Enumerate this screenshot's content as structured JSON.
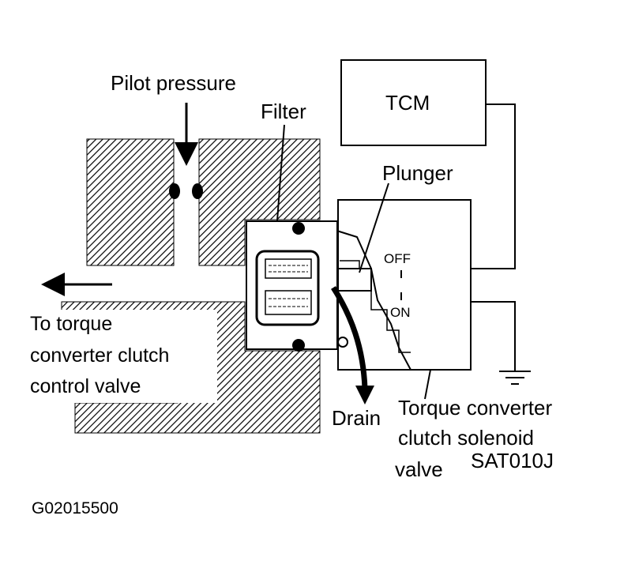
{
  "labels": {
    "pilot_pressure": "Pilot pressure",
    "filter": "Filter",
    "tcm": "TCM",
    "plunger": "Plunger",
    "off": "OFF",
    "on": "ON",
    "to_torque_line1": "To torque",
    "to_torque_line2": "converter clutch",
    "to_torque_line3": "control valve",
    "drain": "Drain",
    "solenoid_line1": "Torque converter",
    "solenoid_line2": "clutch solenoid",
    "solenoid_line3": "valve",
    "figure_code": "SAT010J",
    "image_id": "G02015500"
  }
}
